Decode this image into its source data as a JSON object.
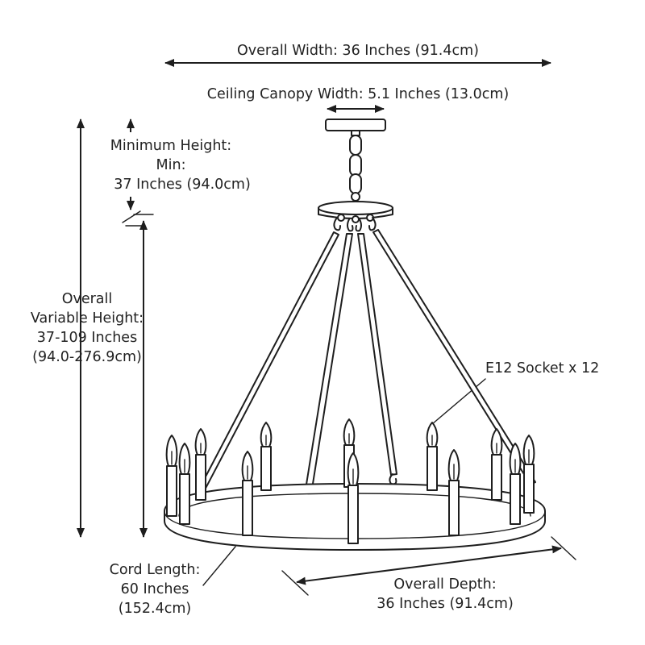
{
  "colors": {
    "ink": "#1e1e1e",
    "text": "#222222",
    "background": "#ffffff"
  },
  "labels": {
    "overall_width": "Overall Width: 36 Inches (91.4cm)",
    "canopy_width": "Ceiling Canopy Width: 5.1 Inches (13.0cm)",
    "min_height_line1": "Minimum Height:",
    "min_height_line2": "Min:",
    "min_height_line3": "37 Inches (94.0cm)",
    "overall_height_line1": "Overall",
    "overall_height_line2": "Variable Height:",
    "overall_height_line3": "37-109 Inches",
    "overall_height_line4": "(94.0-276.9cm)",
    "socket": "E12 Socket x 12",
    "cord_line1": "Cord Length:",
    "cord_line2": "60 Inches",
    "cord_line3": "(152.4cm)",
    "depth_line1": "Overall Depth:",
    "depth_line2": "36 Inches (91.4cm)"
  }
}
